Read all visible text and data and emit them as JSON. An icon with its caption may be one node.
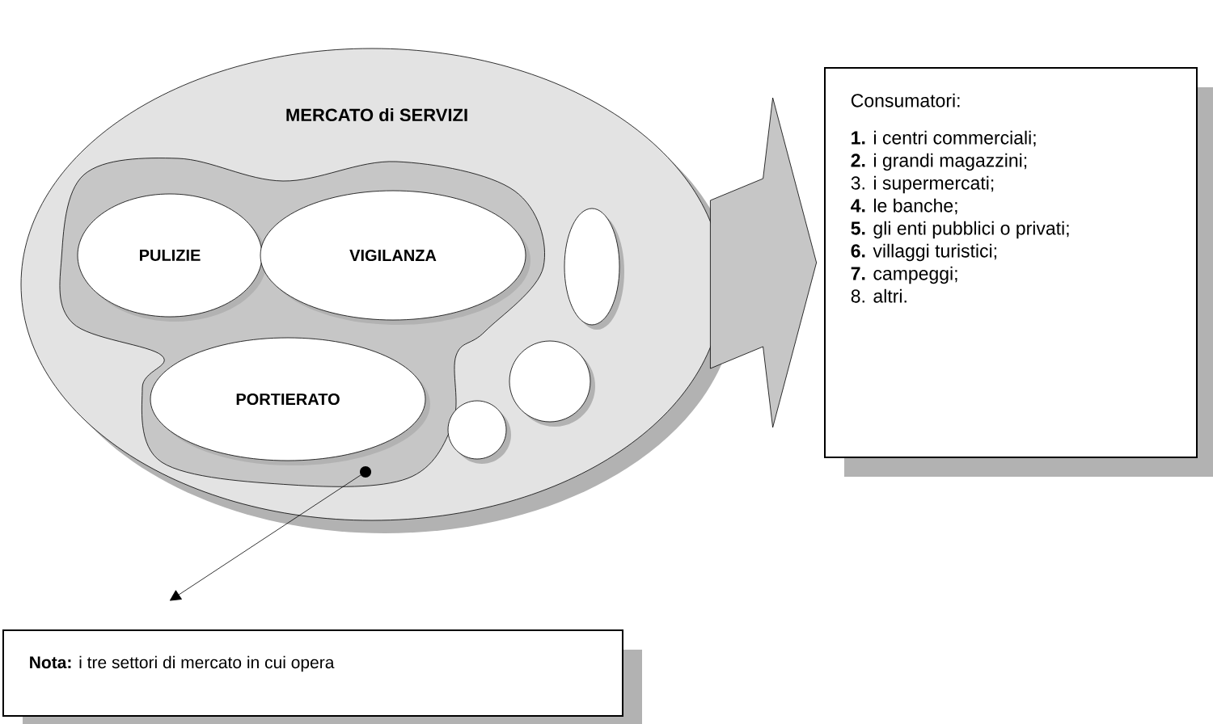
{
  "diagram": {
    "nodes": [
      {
        "text": [
          "MERCATO di SERVIZI"
        ]
      },
      {
        "text": [],
        "shape": "cloud",
        "in": 0
      },
      {
        "text": [
          "PULIZIE"
        ],
        "in": 1
      },
      {
        "text": [
          "VIGILANZA"
        ],
        "in": 1
      },
      {
        "text": [
          "PORTIERATO"
        ],
        "in": 1
      },
      {
        "text": [],
        "shape": "circle",
        "in": 0
      },
      {
        "text": [],
        "shape": "circle",
        "in": 0
      },
      {
        "text": [],
        "shape": "circle",
        "in": 0
      },
      {
        "text": [
          "Consumatori:",
          "**1.** i centri commerciali;",
          "**2.** i grandi magazzini;",
          "3. i supermercati;",
          "**4.** le banche;",
          "**5.** gli enti pubblici o privati;",
          "**6.** villaggi turistici;",
          "**7.** campeggi;",
          "8. altri."
        ]
      },
      {
        "text": [
          "**Nota:** i tre settori di mercato in cui opera"
        ]
      }
    ],
    "edges": [
      {
        "from": 0,
        "to": 8,
        "arrow": "to",
        "style": "thick"
      },
      {
        "from": 1,
        "to": 9,
        "arrow": "to"
      }
    ]
  }
}
